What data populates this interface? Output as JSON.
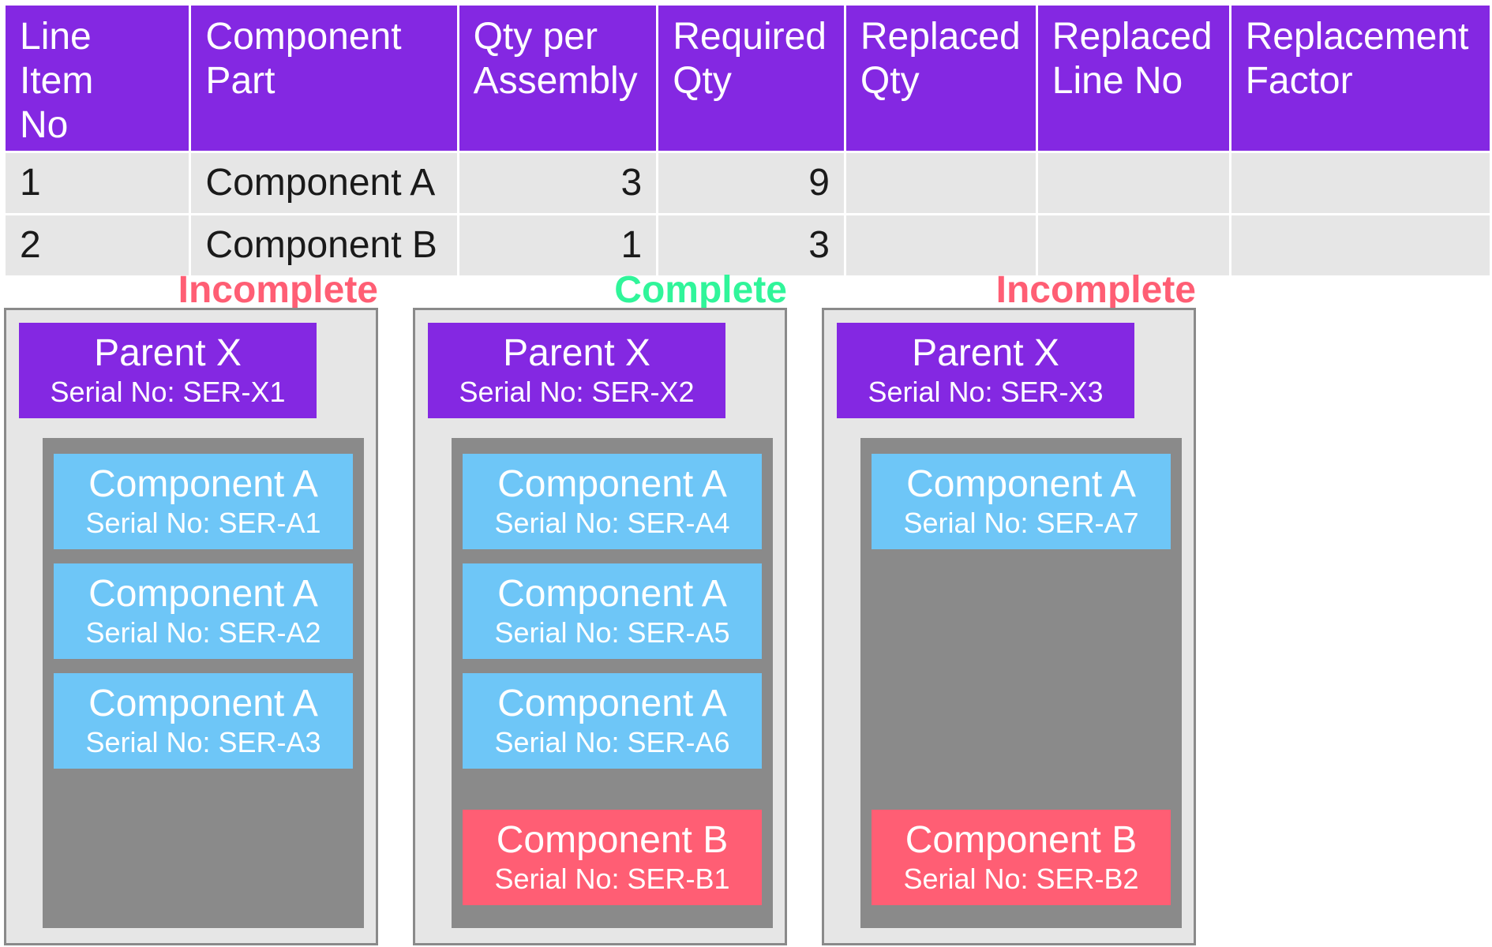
{
  "table": {
    "headers": [
      {
        "line1": "Line Item",
        "line2": "No"
      },
      {
        "line1": "Component",
        "line2": "Part"
      },
      {
        "line1": "Qty per",
        "line2": "Assembly"
      },
      {
        "line1": "Required",
        "line2": "Qty"
      },
      {
        "line1": "Replaced",
        "line2": "Qty"
      },
      {
        "line1": "Replaced",
        "line2": "Line No"
      },
      {
        "line1": "Replacement",
        "line2": "Factor"
      }
    ],
    "rows": [
      {
        "line_item_no": "1",
        "component_part": "Component A",
        "qty_per_assembly": "3",
        "required_qty": "9",
        "replaced_qty": "",
        "replaced_line_no": "",
        "replacement_factor": ""
      },
      {
        "line_item_no": "2",
        "component_part": "Component B",
        "qty_per_assembly": "1",
        "required_qty": "3",
        "replaced_qty": "",
        "replaced_line_no": "",
        "replacement_factor": ""
      }
    ]
  },
  "assemblies": [
    {
      "status": "Incomplete",
      "status_color": "#ff5e74",
      "parent": {
        "title": "Parent X",
        "serial": "Serial No: SER-X1"
      },
      "components_a": [
        {
          "title": "Component A",
          "serial": "Serial No: SER-A1"
        },
        {
          "title": "Component A",
          "serial": "Serial No: SER-A2"
        },
        {
          "title": "Component A",
          "serial": "Serial No: SER-A3"
        }
      ],
      "components_b": []
    },
    {
      "status": "Complete",
      "status_color": "#30f59a",
      "parent": {
        "title": "Parent X",
        "serial": "Serial No: SER-X2"
      },
      "components_a": [
        {
          "title": "Component A",
          "serial": "Serial No: SER-A4"
        },
        {
          "title": "Component A",
          "serial": "Serial No: SER-A5"
        },
        {
          "title": "Component A",
          "serial": "Serial No: SER-A6"
        }
      ],
      "components_b": [
        {
          "title": "Component B",
          "serial": "Serial No: SER-B1"
        }
      ]
    },
    {
      "status": "Incomplete",
      "status_color": "#ff5e74",
      "parent": {
        "title": "Parent X",
        "serial": "Serial No: SER-X3"
      },
      "components_a": [
        {
          "title": "Component A",
          "serial": "Serial No: SER-A7"
        }
      ],
      "components_b": [
        {
          "title": "Component B",
          "serial": "Serial No: SER-B2"
        }
      ]
    }
  ],
  "colors": {
    "header_purple": "#8428e2",
    "component_a_blue": "#6ec6f7",
    "component_b_red": "#ff5e74",
    "slot_gray": "#8a8a8a",
    "panel_gray": "#e6e6e6"
  }
}
